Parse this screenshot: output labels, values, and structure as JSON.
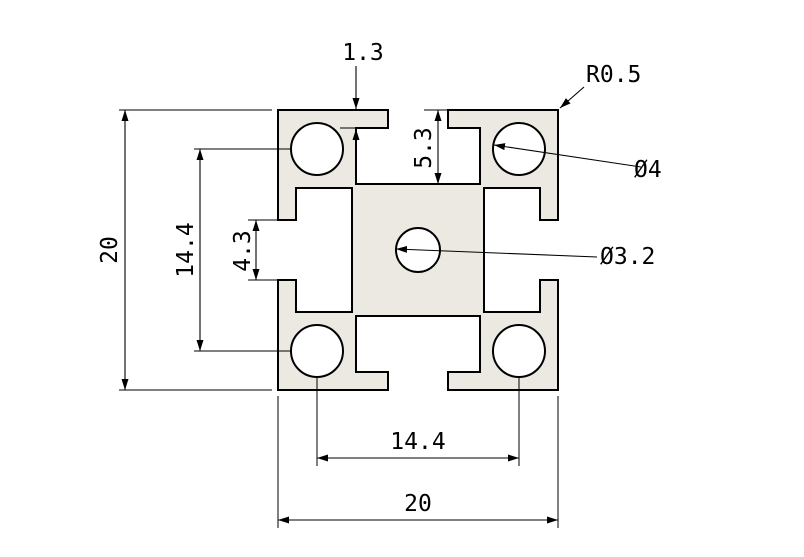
{
  "drawing": {
    "colors": {
      "profile_fill": "#ebe9e1",
      "line": "#000000",
      "background": "#ffffff"
    },
    "dims": {
      "overall_height": "20",
      "overall_width": "20",
      "hole_spacing_vertical": "14.4",
      "hole_spacing_horizontal": "14.4",
      "slot_opening": "4.3",
      "slot_depth": "5.3",
      "wall_thickness": "1.3",
      "corner_radius": "R0.5",
      "corner_hole_diameter": "Ø4",
      "center_hole_diameter": "Ø3.2"
    }
  }
}
